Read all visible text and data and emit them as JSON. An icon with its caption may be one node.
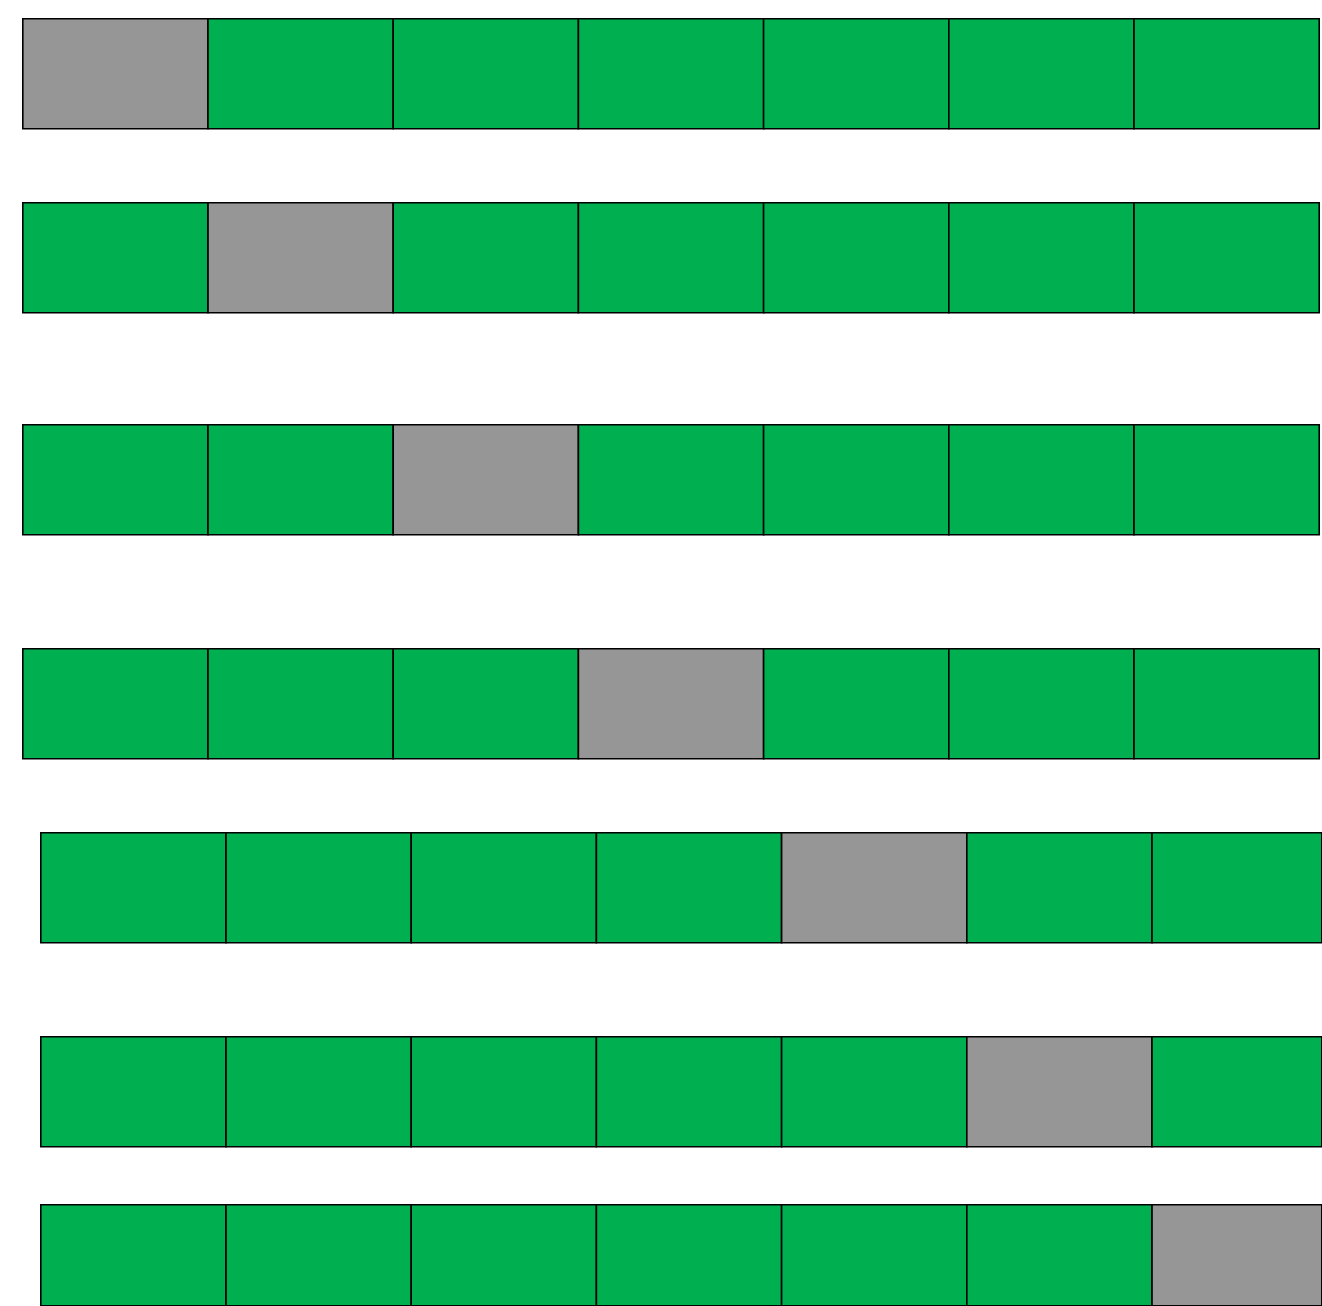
{
  "diagram": {
    "nodes": [
      {
        "text": [],
        "shape": "box"
      },
      {
        "text": [],
        "shape": "box"
      },
      {
        "text": [],
        "shape": "box"
      },
      {
        "text": [],
        "shape": "box"
      },
      {
        "text": [],
        "shape": "box"
      },
      {
        "text": [],
        "shape": "box"
      },
      {
        "text": [],
        "shape": "box"
      },
      {
        "text": [],
        "shape": "box"
      },
      {
        "text": [],
        "shape": "box"
      },
      {
        "text": [],
        "shape": "box"
      },
      {
        "text": [],
        "shape": "box"
      },
      {
        "text": [],
        "shape": "box"
      },
      {
        "text": [],
        "shape": "box"
      },
      {
        "text": [],
        "shape": "box"
      },
      {
        "text": [],
        "shape": "box"
      },
      {
        "text": [],
        "shape": "box"
      },
      {
        "text": [],
        "shape": "box"
      },
      {
        "text": [],
        "shape": "box"
      },
      {
        "text": [],
        "shape": "box"
      },
      {
        "text": [],
        "shape": "box"
      },
      {
        "text": [],
        "shape": "box"
      },
      {
        "text": [],
        "shape": "box"
      },
      {
        "text": [],
        "shape": "box"
      },
      {
        "text": [],
        "shape": "box"
      },
      {
        "text": [],
        "shape": "box"
      },
      {
        "text": [],
        "shape": "box"
      },
      {
        "text": [],
        "shape": "box"
      },
      {
        "text": [],
        "shape": "box"
      },
      {
        "text": [],
        "shape": "box"
      },
      {
        "text": [],
        "shape": "box"
      },
      {
        "text": [],
        "shape": "box"
      },
      {
        "text": [],
        "shape": "box"
      },
      {
        "text": [],
        "shape": "box"
      },
      {
        "text": [],
        "shape": "box"
      },
      {
        "text": [],
        "shape": "box"
      },
      {
        "text": [],
        "shape": "box"
      },
      {
        "text": [],
        "shape": "box"
      },
      {
        "text": [],
        "shape": "box"
      },
      {
        "text": [],
        "shape": "box"
      },
      {
        "text": [],
        "shape": "box"
      },
      {
        "text": [],
        "shape": "box"
      },
      {
        "text": [],
        "shape": "box"
      },
      {
        "text": [],
        "shape": "box"
      },
      {
        "text": [],
        "shape": "box"
      },
      {
        "text": [],
        "shape": "box"
      },
      {
        "text": [],
        "shape": "box"
      },
      {
        "text": [],
        "shape": "box"
      },
      {
        "text": [],
        "shape": "box"
      },
      {
        "text": [],
        "shape": "box"
      }
    ]
  }
}
